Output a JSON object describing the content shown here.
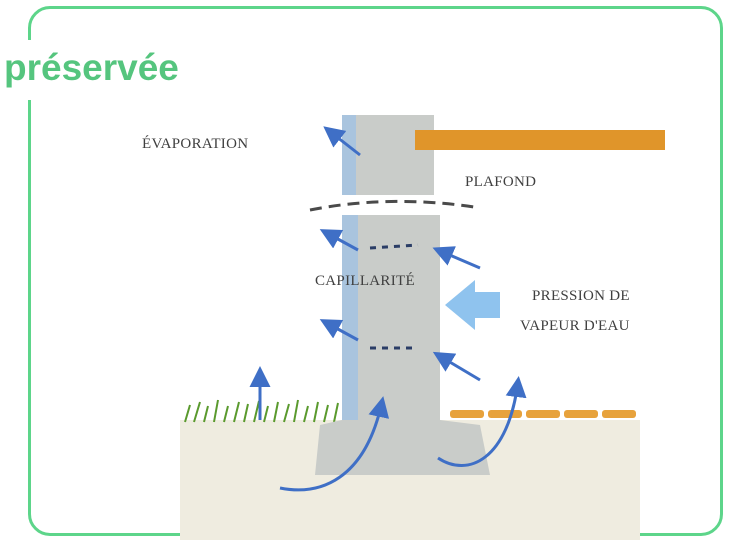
{
  "slide": {
    "title": "préservée",
    "accent_color": "#5dd58a",
    "title_color": "#55c57e"
  },
  "diagram": {
    "labels": {
      "evaporation": "ÉVAPORATION",
      "plafond": "PLAFOND",
      "capillarite": "CAPILLARITÉ",
      "pression_line1": "PRESSION DE",
      "pression_line2": "VAPEUR D'EAU"
    },
    "colors": {
      "wall": "#c9ccc9",
      "wall_moisture": "#a9c4de",
      "beam": "#e0952a",
      "arrow": "#3f6fc6",
      "pressure_arrow": "#8fc3ee",
      "grass": "#5a9a2e",
      "ground": "#efece0",
      "floor_tiles": "#e7a23c"
    }
  }
}
